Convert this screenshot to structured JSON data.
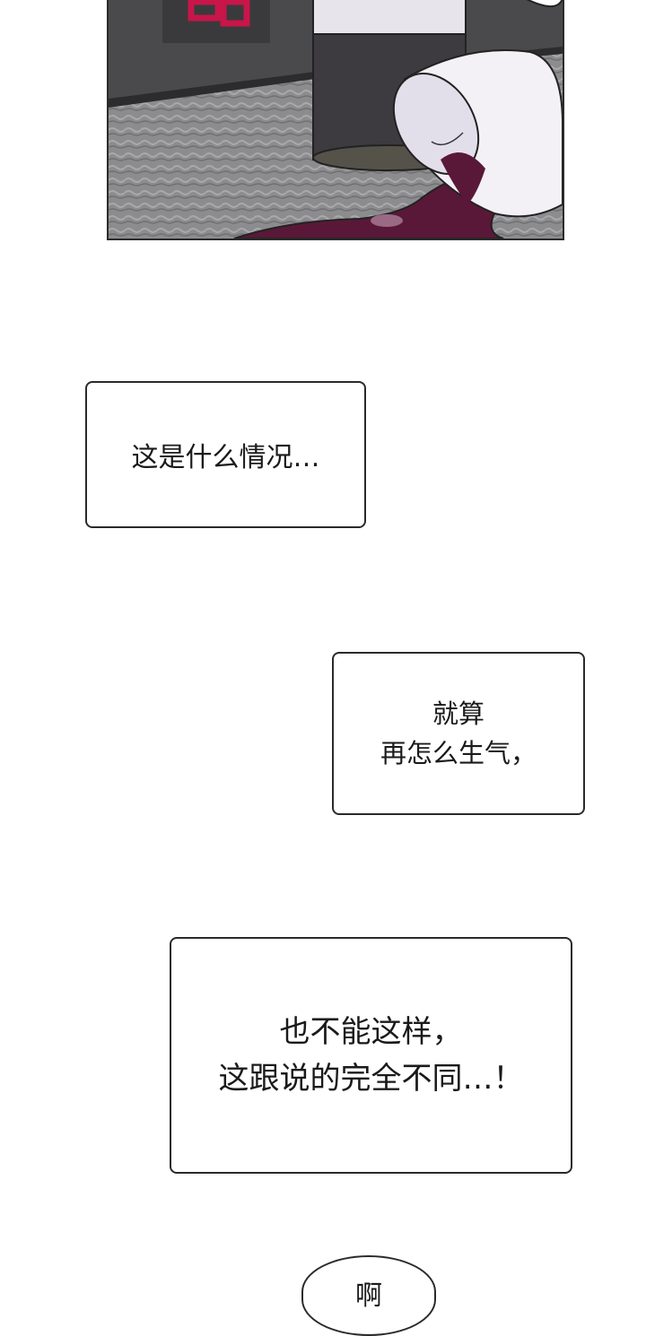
{
  "bubbles": {
    "b1": {
      "lines": [
        "这是什么情况…"
      ]
    },
    "b2": {
      "lines": [
        "就算",
        "再怎么生气，"
      ]
    },
    "b3": {
      "lines": [
        "也不能这样，",
        "这跟说的完全不同…！"
      ]
    },
    "b4": {
      "lines": [
        "啊"
      ]
    }
  },
  "panel": {
    "colors": {
      "floor": "#8a8a8a",
      "wall": "#4d4d4f",
      "liquid": "#5a1838",
      "can": "#3e3b40",
      "sign": "#c8154a"
    }
  }
}
